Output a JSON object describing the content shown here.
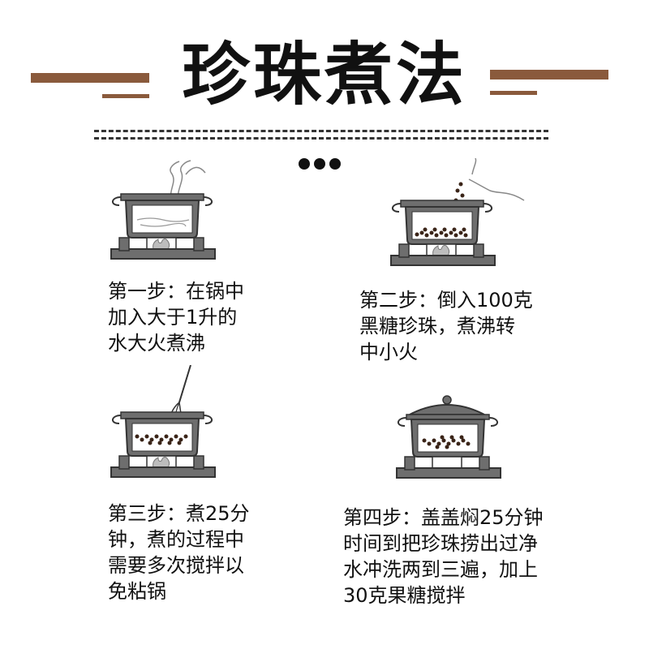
{
  "title": "珍珠煮法",
  "colors": {
    "accent": "#8a5a3c",
    "pot": "#6e6e6e",
    "pearl": "#3a2418"
  },
  "steps": [
    {
      "text": "第一步：在锅中\n加入大于1升的\n水大火煮沸",
      "icon": "pot-boiling-water-icon"
    },
    {
      "text": "第二步：倒入100克\n黑糖珍珠，煮沸转\n中小火",
      "icon": "pot-adding-pearls-icon"
    },
    {
      "text": "第三步：煮25分\n钟，煮的过程中\n需要多次搅拌以\n免粘锅",
      "icon": "pot-stirring-icon"
    },
    {
      "text": "第四步：盖盖焖25分钟\n时间到把珍珠捞出过净\n水冲洗两到三遍，加上\n30克果糖搅拌",
      "icon": "pot-with-lid-icon"
    }
  ]
}
